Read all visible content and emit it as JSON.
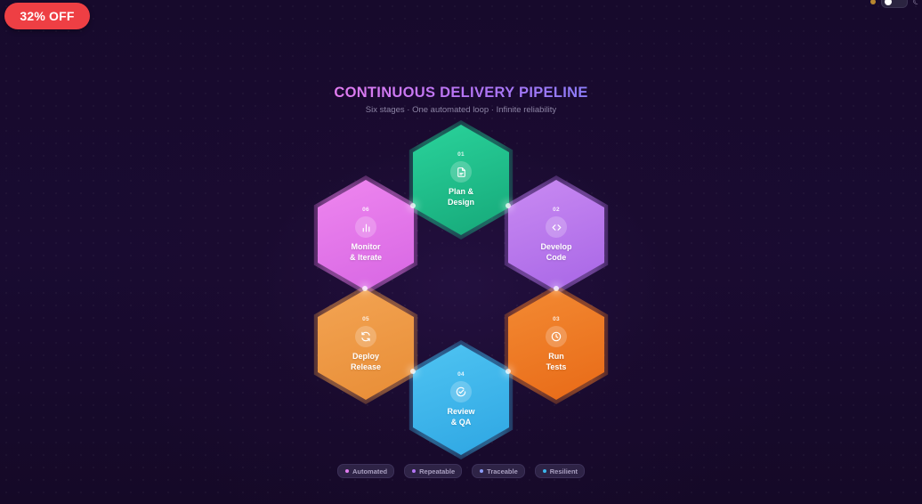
{
  "promo": {
    "label": "32% OFF"
  },
  "header": {
    "title": "CONTINUOUS DELIVERY PIPELINE",
    "subtitle": "Six stages · One automated loop · Infinite reliability"
  },
  "stages": [
    {
      "num": "01",
      "label": "Plan &\nDesign",
      "icon": "document-icon",
      "color": "#1fbf8b"
    },
    {
      "num": "02",
      "label": "Develop\nCode",
      "icon": "code-icon",
      "color": "#b877ee"
    },
    {
      "num": "03",
      "label": "Run\nTests",
      "icon": "clock-icon",
      "color": "#f07a24"
    },
    {
      "num": "04",
      "label": "Review\n& QA",
      "icon": "check-circle-icon",
      "color": "#3cb6ec"
    },
    {
      "num": "05",
      "label": "Deploy\nRelease",
      "icon": "refresh-icon",
      "color": "#f09a45"
    },
    {
      "num": "06",
      "label": "Monitor\n& Iterate",
      "icon": "bar-chart-icon",
      "color": "#e77ae9"
    }
  ],
  "tags": [
    {
      "label": "Automated",
      "color": "#e27cf0"
    },
    {
      "label": "Repeatable",
      "color": "#b374f5"
    },
    {
      "label": "Traceable",
      "color": "#8b9cf8"
    },
    {
      "label": "Resilient",
      "color": "#3cb6ec"
    }
  ]
}
